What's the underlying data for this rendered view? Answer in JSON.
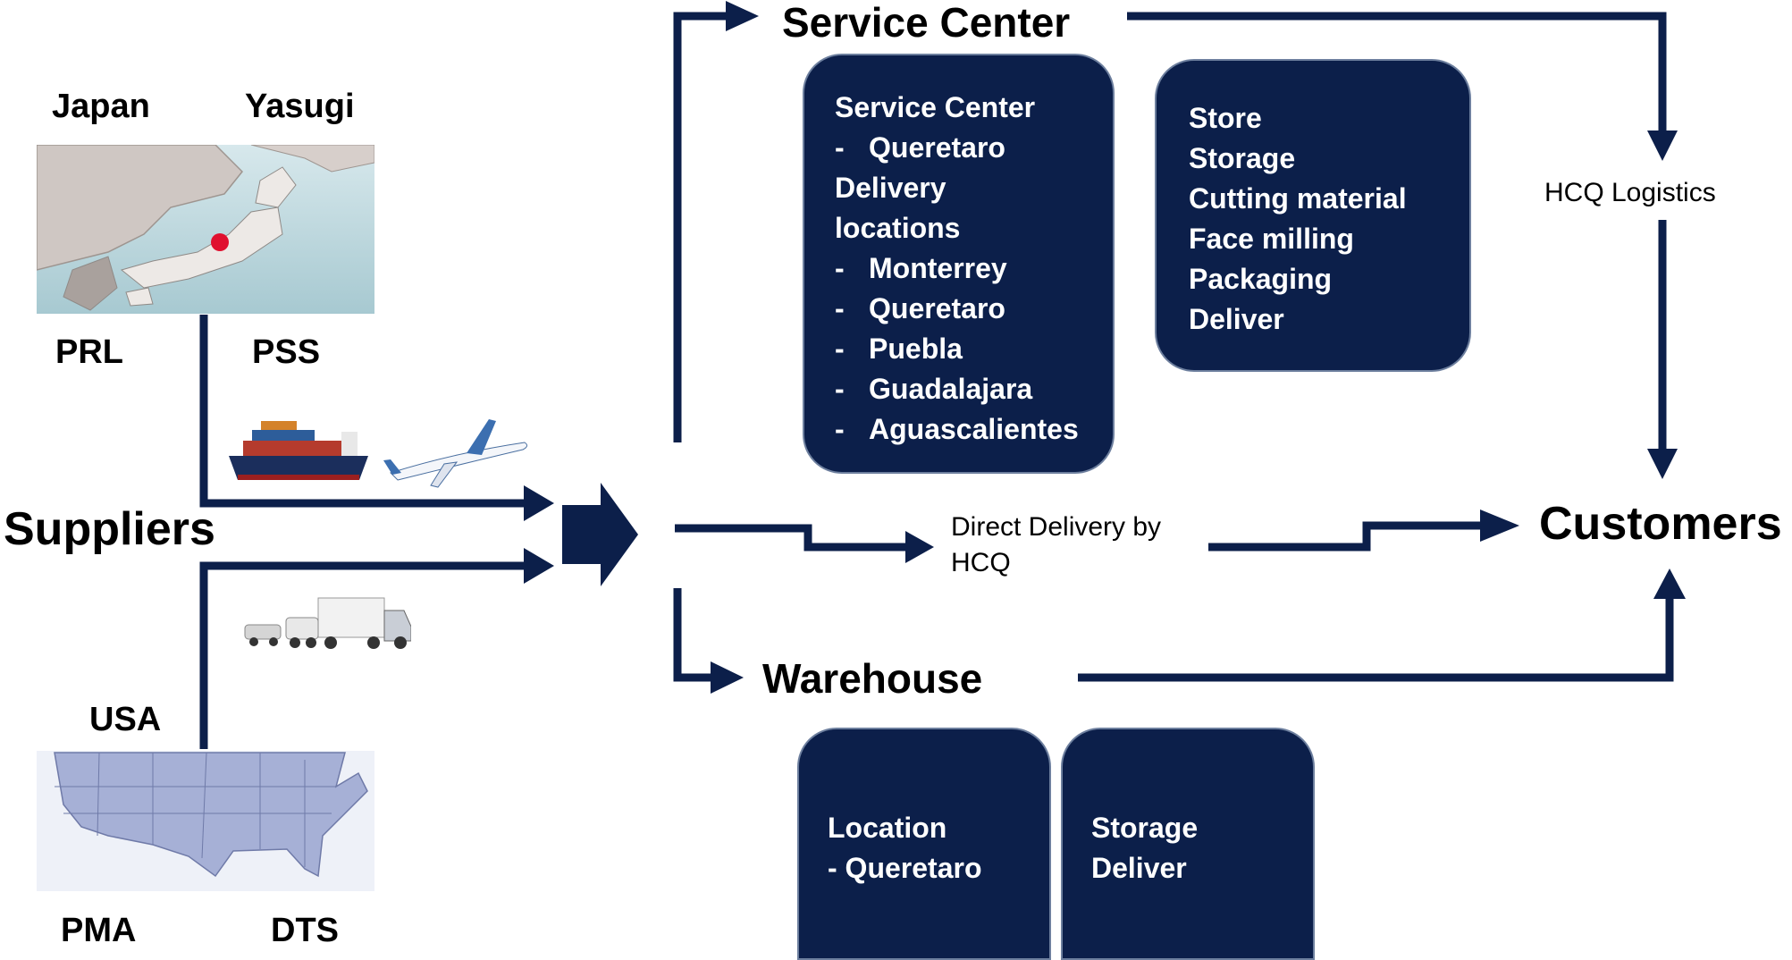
{
  "colors": {
    "navy": "#0c1f4a",
    "box_border": "#6d7f9e",
    "flag_red": "#e0102f",
    "sea": "#b4d3da",
    "land_japan": "#cfc7c3",
    "usa_map": "#a6b0d6"
  },
  "suppliers": {
    "title": "Suppliers",
    "japan": {
      "country": "Japan",
      "city": "Yasugi",
      "left_code": "PRL",
      "right_code": "PSS"
    },
    "usa": {
      "country": "USA",
      "left_code": "PMA",
      "right_code": "DTS"
    },
    "transport_icons": [
      "cargo-ship-icon",
      "airplane-icon",
      "trucks-icon"
    ]
  },
  "service_center": {
    "title": "Service Center",
    "locations_box": {
      "line1": "Service Center",
      "line1_item": "Queretaro",
      "line2": "Delivery",
      "line3": "locations",
      "items": [
        "Monterrey",
        "Queretaro",
        "Puebla",
        "Guadalajara",
        "Aguascalientes"
      ],
      "dash": "-"
    },
    "services_box": [
      "Store",
      "Storage",
      "Cutting material",
      "Face milling",
      "Packaging",
      "Deliver"
    ]
  },
  "direct_delivery": {
    "line1": "Direct Delivery by",
    "line2": "HCQ"
  },
  "hcq_logistics": "HCQ Logistics",
  "customers": "Customers",
  "warehouse": {
    "title": "Warehouse",
    "location_box": {
      "line1": "Location",
      "line2": "- Queretaro"
    },
    "services_box": {
      "line1": "Storage",
      "line2": "Deliver"
    }
  }
}
